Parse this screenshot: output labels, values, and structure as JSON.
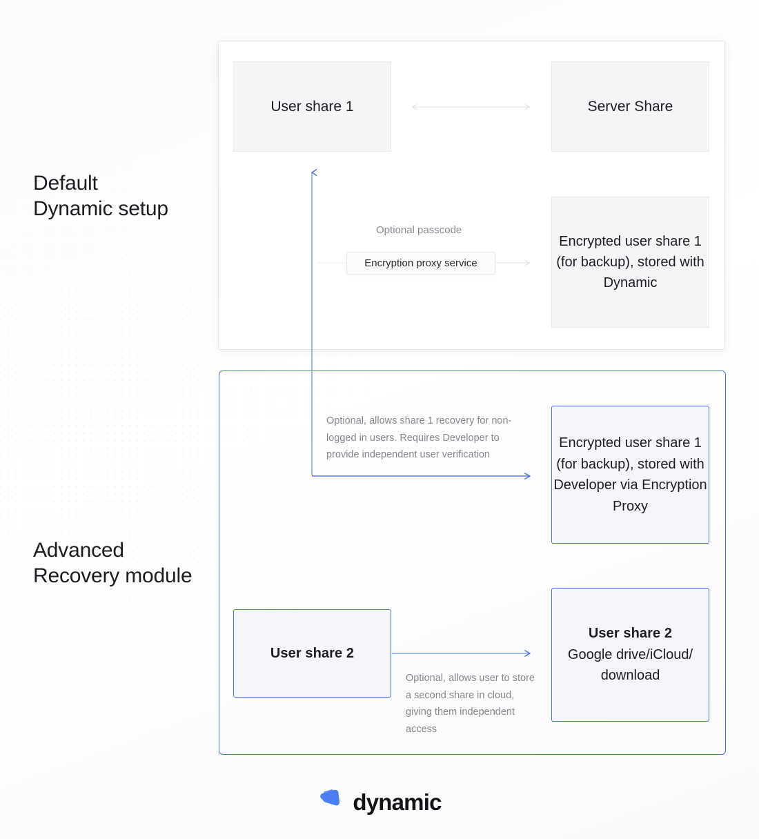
{
  "diagram": {
    "sections": [
      {
        "id": "default",
        "label": "Default\nDynamic setup"
      },
      {
        "id": "advanced",
        "label": "Advanced\nRecovery module"
      }
    ],
    "nodes": {
      "user_share_1": "User share 1",
      "server_share": "Server Share",
      "encryption_proxy": "Encryption proxy service",
      "encrypted_share_dynamic": "Encrypted user share 1 (for backup), stored with Dynamic",
      "encrypted_share_developer": "Encrypted user share 1 (for backup), stored with Developer via Encryption Proxy",
      "user_share_2": "User share 2",
      "user_share_2_cloud_title": "User share 2",
      "user_share_2_cloud_body": "Google drive/iCloud/ download"
    },
    "captions": {
      "optional_passcode": "Optional passcode",
      "share1_recovery": "Optional, allows share 1 recovery for non-logged in users. Requires Developer to provide independent user verification",
      "second_share": "Optional, allows user to store a second share in cloud, giving them independent access"
    },
    "colors": {
      "accent_blue": "#4c77d4",
      "arrow_gray": "#e3e4e8",
      "node_fill": "#f4f5f7",
      "text_primary": "#1c1c22",
      "text_muted": "#85868f"
    }
  },
  "footer": {
    "logo_name": "dynamic",
    "logo_mark": "dynamic-logo-icon"
  }
}
